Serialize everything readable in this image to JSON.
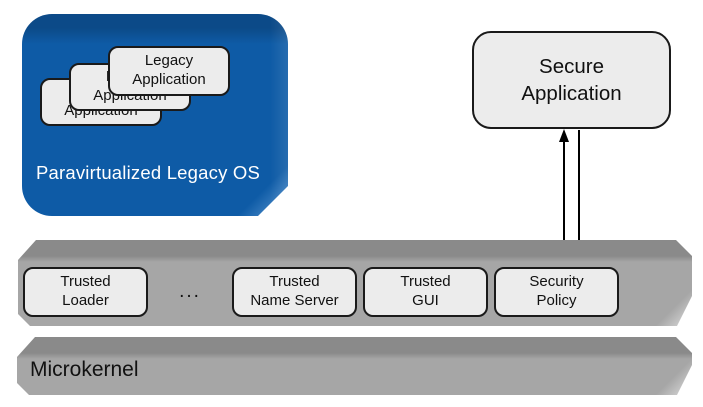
{
  "colors": {
    "blue_face": "#0e5ba6",
    "blue_bevel": "#0c4a88",
    "slab_face": "#a6a6a6",
    "slab_bevel": "#8a8a8a",
    "node_fill": "#ececec",
    "node_border": "#1a1a1a",
    "arrow": "#000000",
    "bg": "#ffffff",
    "legacy_os_text": "#ffffff"
  },
  "legacy_os": {
    "label": "Paravirtualized Legacy OS",
    "app_stack": {
      "line1": "Legacy",
      "line2": "Application",
      "count": 3
    }
  },
  "secure_app": {
    "line1": "Secure",
    "line2": "Application"
  },
  "services": {
    "ellipsis": "...",
    "items": [
      {
        "line1": "Trusted",
        "line2": "Loader"
      },
      {
        "line1": "Trusted",
        "line2": "Name Server"
      },
      {
        "line1": "Trusted",
        "line2": "GUI"
      },
      {
        "line1": "Security",
        "line2": "Policy"
      }
    ]
  },
  "microkernel": {
    "label": "Microkernel"
  }
}
